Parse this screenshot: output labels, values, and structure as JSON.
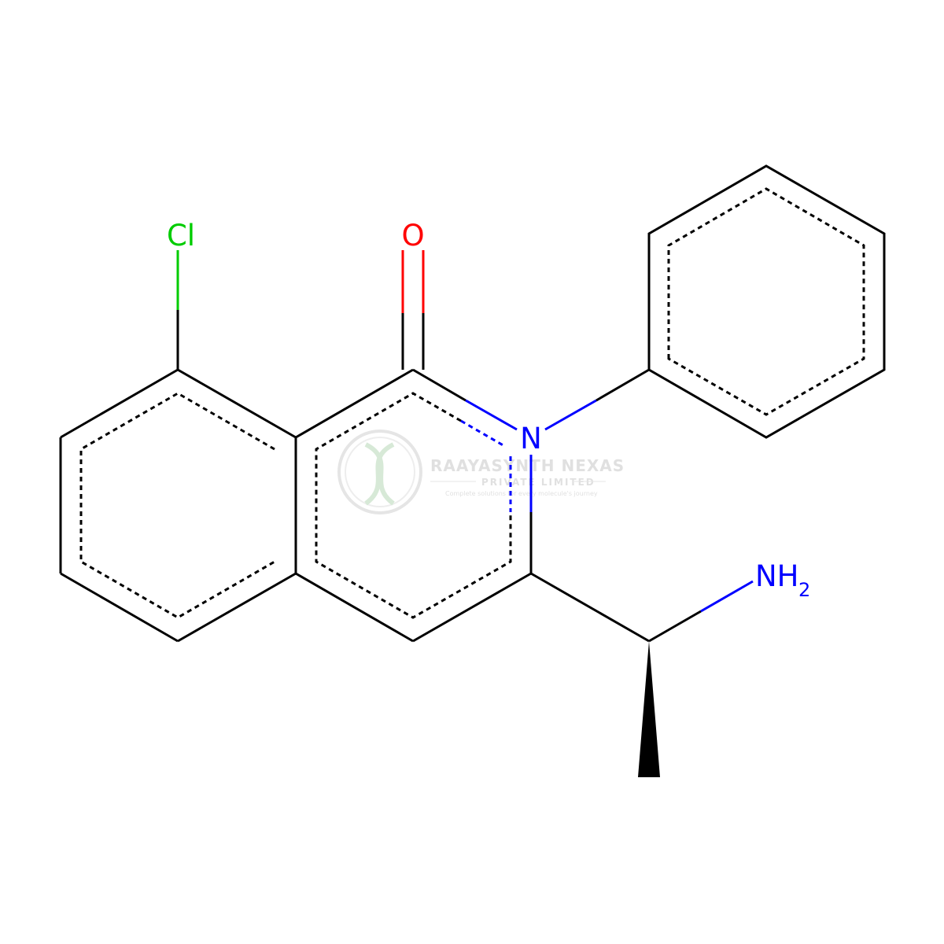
{
  "colors": {
    "carbon": "#000000",
    "nitrogen": "#0000ff",
    "oxygen": "#ff0000",
    "chlorine": "#00cc00",
    "watermark": "#c8c8c8"
  },
  "atoms": {
    "chlorine": "Cl",
    "oxygen": "O",
    "ring_nitrogen": "N",
    "amine_main": "NH",
    "amine_sub": "2"
  },
  "watermark": {
    "company": "RAAYASYNTH NEXAS",
    "subtitle": "PRIVATE LIMITED",
    "tagline": "Complete solutions for every molecule's journey"
  },
  "stereo": {
    "wedge": "solid"
  }
}
